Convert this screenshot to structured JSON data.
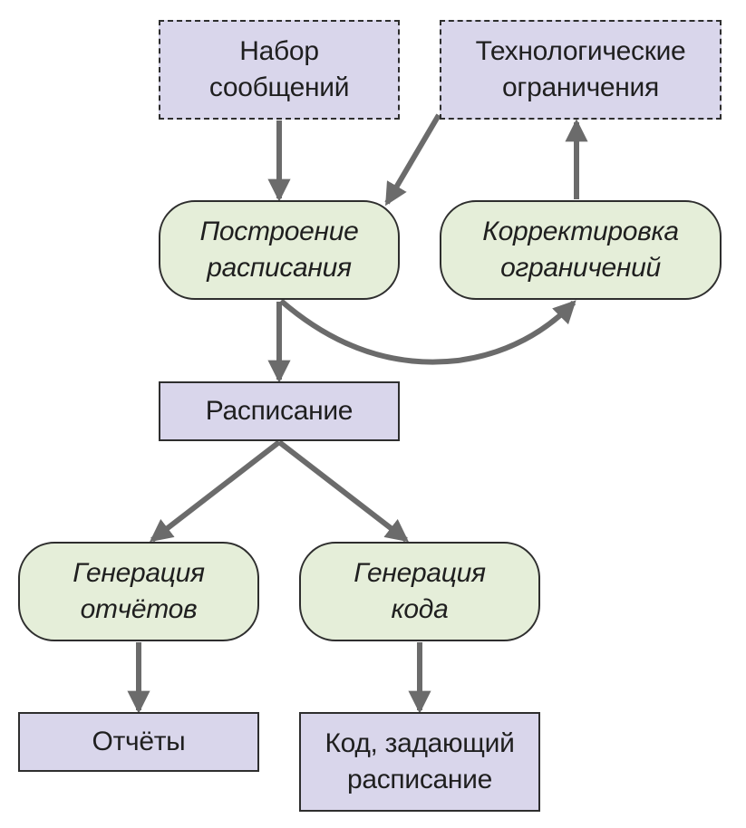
{
  "nodes": {
    "messages": {
      "line1": "Набор",
      "line2": "сообщений"
    },
    "constraints": {
      "line1": "Технологические",
      "line2": "ограничения"
    },
    "build": {
      "line1": "Построение",
      "line2": "расписания"
    },
    "correct": {
      "line1": "Корректировка",
      "line2": "ограничений"
    },
    "schedule": {
      "line1": "Расписание"
    },
    "gen_reports": {
      "line1": "Генерация",
      "line2": "отчётов"
    },
    "gen_code": {
      "line1": "Генерация",
      "line2": "кода"
    },
    "reports": {
      "line1": "Отчёты"
    },
    "code": {
      "line1": "Код, задающий",
      "line2": "расписание"
    }
  },
  "colors": {
    "data_fill": "#d9d6eb",
    "process_fill": "#e5eed9",
    "border": "#2e2e2e",
    "arrow": "#6b6b6b"
  }
}
